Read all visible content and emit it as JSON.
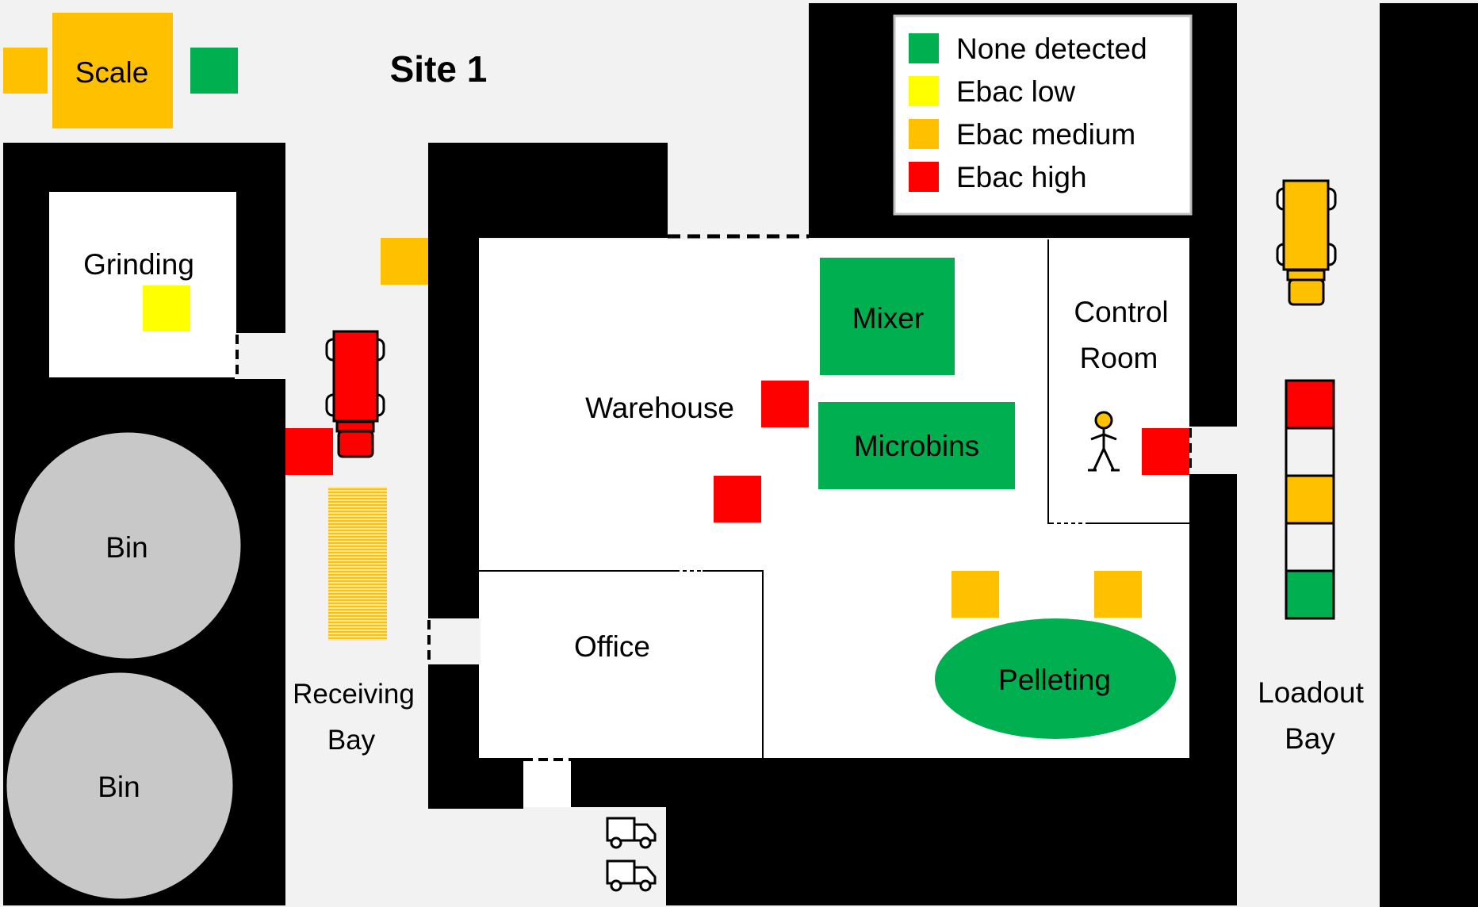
{
  "title": "Site 1",
  "colors": {
    "none": "#00b050",
    "low": "#ffff00",
    "medium": "#ffc000",
    "high": "#ff0000",
    "wall": "#000000",
    "floor": "#ffffff",
    "outside": "#f2f2f2",
    "bin": "#c8c8c8"
  },
  "legend": [
    {
      "level": "none",
      "label": "None detected"
    },
    {
      "level": "low",
      "label": "Ebac low"
    },
    {
      "level": "medium",
      "label": "Ebac medium"
    },
    {
      "level": "high",
      "label": "Ebac high"
    }
  ],
  "areas": {
    "scale": "Scale",
    "grinding": "Grinding",
    "bin_1": "Bin",
    "bin_2": "Bin",
    "receiving_1": "Receiving",
    "receiving_2": "Bay",
    "warehouse": "Warehouse",
    "mixer": "Mixer",
    "microbins": "Microbins",
    "control_1": "Control",
    "control_2": "Room",
    "office": "Office",
    "pelleting": "Pelleting",
    "loadout_1": "Loadout",
    "loadout_2": "Bay"
  },
  "samples": {
    "scale_left": "medium",
    "scale_right": "none",
    "grinding": "low",
    "receiving_top": "medium",
    "receiving_truck": "high",
    "warehouse_1": "high",
    "warehouse_2": "high",
    "control_room": "high",
    "pelleting_left": "medium",
    "pelleting_right": "medium"
  },
  "trucks": {
    "receiving": "high",
    "loadout": "medium"
  },
  "loadout_strip": [
    "high",
    "blank",
    "medium",
    "blank",
    "none"
  ]
}
